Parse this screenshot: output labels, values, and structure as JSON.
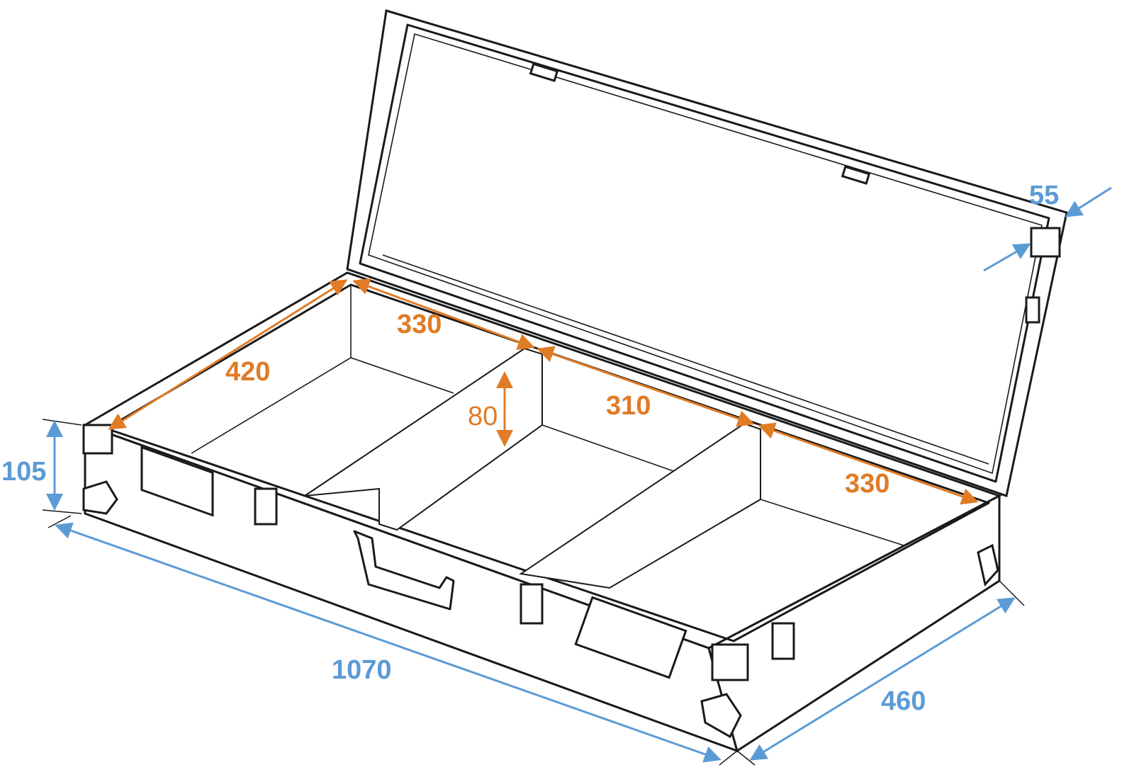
{
  "title": "Flight case dimension drawing",
  "colors": {
    "inner_dimension": "#e07b26",
    "outer_dimension": "#5b9bd5",
    "outline": "#1a1a1a"
  },
  "dimensions": {
    "inner_depth": "420",
    "compartment_left": "330",
    "compartment_middle": "310",
    "compartment_right": "330",
    "divider_height": "80",
    "lid_depth": "55",
    "base_height": "105",
    "outer_length": "1070",
    "outer_width": "460"
  }
}
